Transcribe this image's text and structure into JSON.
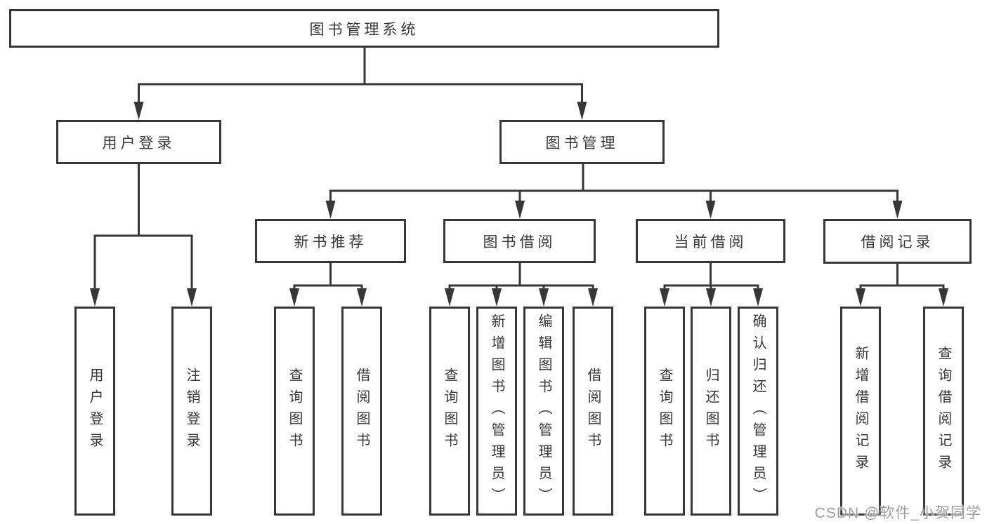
{
  "watermark": "CSDN @软件_小贺同学",
  "colors": {
    "line": "#373737",
    "box_border": "#373737",
    "text": "#383838",
    "background": "#ffffff",
    "watermark_text": "#9e9e9e"
  },
  "tree": {
    "root": {
      "label": "图书管理系统"
    },
    "branches": [
      {
        "label": "用户登录",
        "children": [
          {
            "label": "用户登录"
          },
          {
            "label": "注销登录"
          }
        ]
      },
      {
        "label": "图书管理",
        "sections": [
          {
            "label": "新书推荐",
            "children": [
              {
                "label": "查询图书"
              },
              {
                "label": "借阅图书"
              }
            ]
          },
          {
            "label": "图书借阅",
            "children": [
              {
                "label": "查询图书"
              },
              {
                "label": "新增图书（管理员）"
              },
              {
                "label": "编辑图书（管理员）"
              },
              {
                "label": "借阅图书"
              }
            ]
          },
          {
            "label": "当前借阅",
            "children": [
              {
                "label": "查询图书"
              },
              {
                "label": "归还图书"
              },
              {
                "label": "确认归还（管理员）"
              }
            ]
          },
          {
            "label": "借阅记录",
            "children": [
              {
                "label": "新增借阅记录"
              },
              {
                "label": "查询借阅记录"
              }
            ]
          }
        ]
      }
    ]
  }
}
